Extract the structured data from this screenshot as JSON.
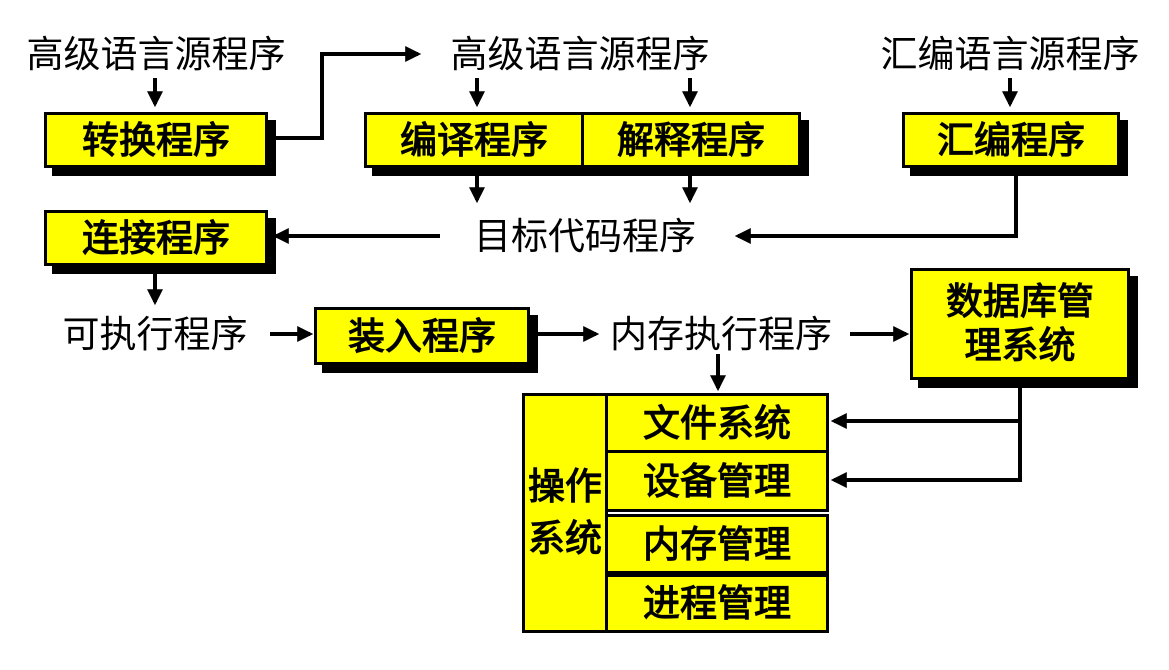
{
  "labels": {
    "high_level_source_1": "高级语言源程序",
    "high_level_source_2": "高级语言源程序",
    "assembly_source": "汇编语言源程序",
    "object_code": "目标代码程序",
    "executable": "可执行程序",
    "memory_executable": "内存执行程序"
  },
  "boxes": {
    "converter": "转换程序",
    "compiler": "编译程序",
    "interpreter": "解释程序",
    "assembler": "汇编程序",
    "linker": "连接程序",
    "loader": "装入程序",
    "dbms": "数据库管理系统",
    "os_title": "操作系统",
    "os_items": [
      "文件系统",
      "设备管理",
      "内存管理",
      "进程管理"
    ]
  },
  "colors": {
    "box_fill": "#ffff00",
    "box_border": "#000000",
    "line": "#000000",
    "background": "#ffffff"
  }
}
